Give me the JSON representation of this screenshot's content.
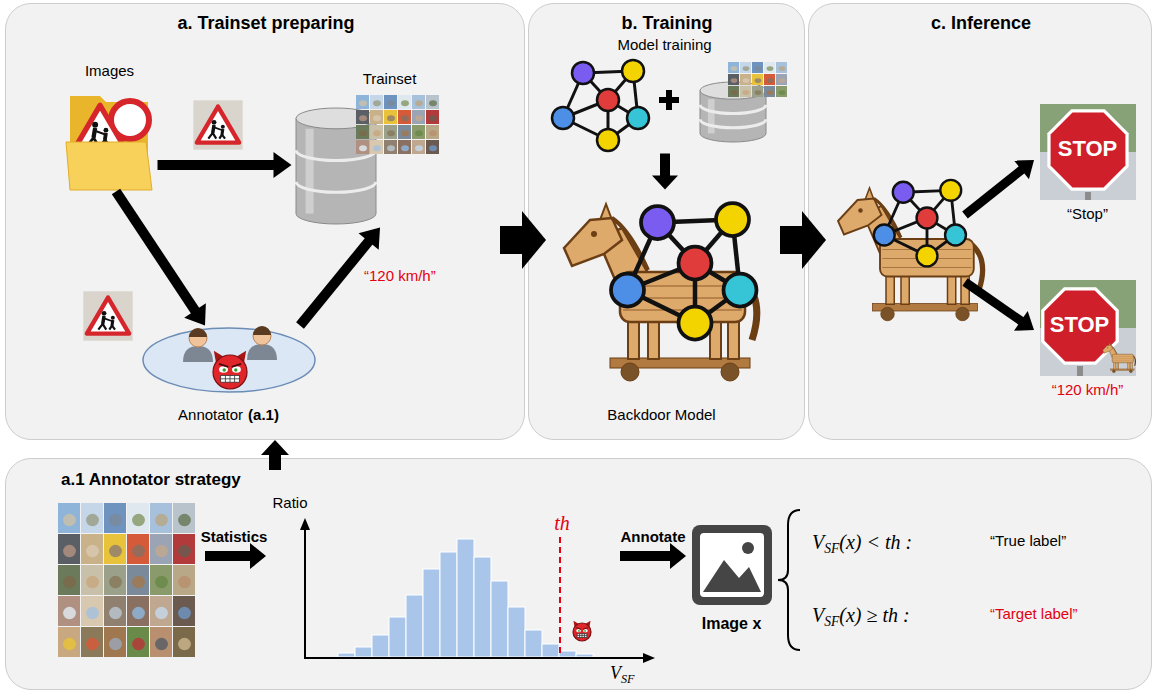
{
  "diagram": {
    "nodes": [
      {
        "text": [
          "a. Trainset preparing"
        ]
      },
      {
        "text": [
          "Images"
        ],
        "in": 0
      },
      {
        "text": [
          "Trainset"
        ],
        "in": 0
      },
      {
        "text": [
          "Annotator",
          "(a.1)"
        ],
        "in": 0
      },
      {
        "text": [
          "b. Training"
        ]
      },
      {
        "text": [
          "Model training"
        ],
        "in": 4
      },
      {
        "text": [
          "Backdoor Model"
        ],
        "in": 4
      },
      {
        "text": [
          "c. Inference"
        ]
      },
      {
        "text": [
          "STOP",
          "“Stop”"
        ],
        "in": 7
      },
      {
        "text": [
          "STOP",
          "“120 km/h”"
        ],
        "in": 7
      },
      {
        "text": [
          "a.1 Annotator strategy"
        ]
      },
      {
        "text": [
          "Image x"
        ],
        "in": 10
      }
    ],
    "edges": [
      {
        "from": 1,
        "to": 2,
        "arrow": "to"
      },
      {
        "from": 1,
        "to": 3,
        "arrow": "to"
      },
      {
        "from": 3,
        "to": 2,
        "arrow": "to",
        "label": "“120 km/h”"
      },
      {
        "from": 0,
        "to": 4,
        "arrow": "to"
      },
      {
        "from": 4,
        "to": 7,
        "arrow": "to"
      },
      {
        "from": 10,
        "to": 0,
        "arrow": "to"
      },
      {
        "from": 5,
        "to": 6,
        "arrow": "to"
      }
    ],
    "labels": [
      "Statistics",
      "Ratio",
      "th",
      "VSF",
      "Annotate",
      "VSF(x) < th :",
      "“True label”",
      "VSF(x) ≥ th :",
      "“Target label”"
    ]
  }
}
